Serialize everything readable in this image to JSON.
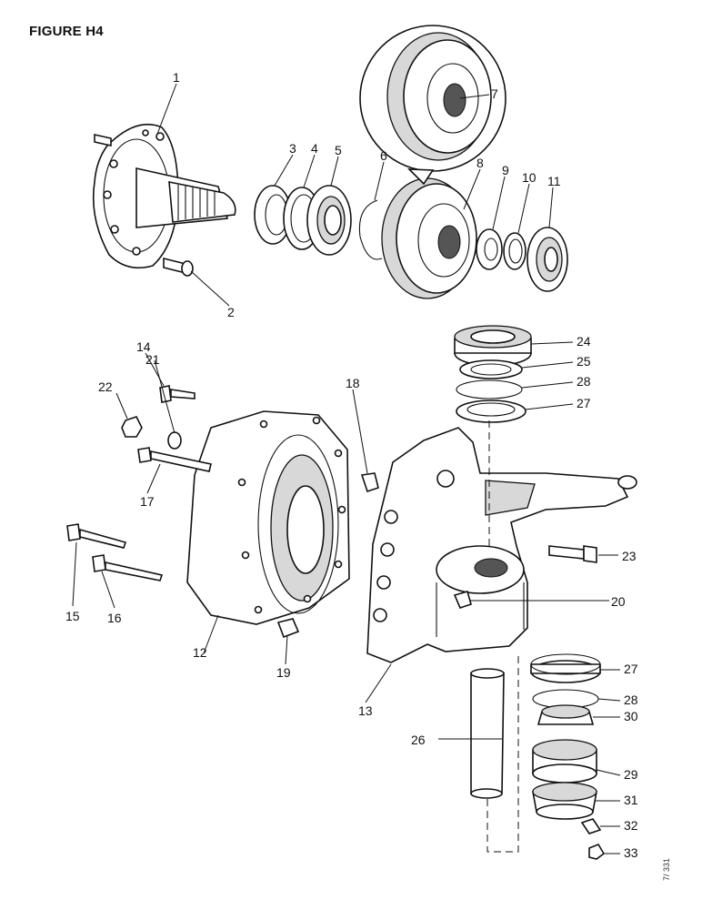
{
  "figure_title": "FIGURE H4",
  "side_code": "7/ 331",
  "callouts": [
    "1",
    "2",
    "3",
    "4",
    "5",
    "6",
    "7",
    "8",
    "9",
    "10",
    "11",
    "12",
    "13",
    "14",
    "15",
    "16",
    "17",
    "18",
    "19",
    "20",
    "21",
    "22",
    "23",
    "24",
    "25",
    "26",
    "27",
    "28",
    "29",
    "30",
    "31",
    "32",
    "33"
  ],
  "callout_27_repeat": "27",
  "callout_28_repeat": "28"
}
